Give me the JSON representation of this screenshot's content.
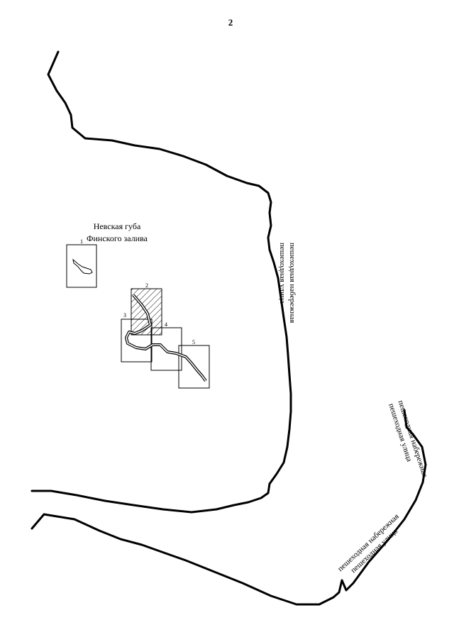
{
  "page_number": "2",
  "bay_label": {
    "line1": "Невская губа",
    "line2": "Финского залива"
  },
  "embankment_labels": {
    "east_river": {
      "line1": "пешеходная набережная",
      "line2": "пешеходная улица"
    },
    "south_east": {
      "line1": "пешеходная набережная",
      "line2": "пешеходная улица"
    },
    "south": {
      "line1": "пешеходная набережная",
      "line2": "пешеходная улица"
    }
  },
  "sheets": [
    {
      "number": "1"
    },
    {
      "number": "2"
    },
    {
      "number": "3"
    },
    {
      "number": "4"
    },
    {
      "number": "5"
    }
  ]
}
